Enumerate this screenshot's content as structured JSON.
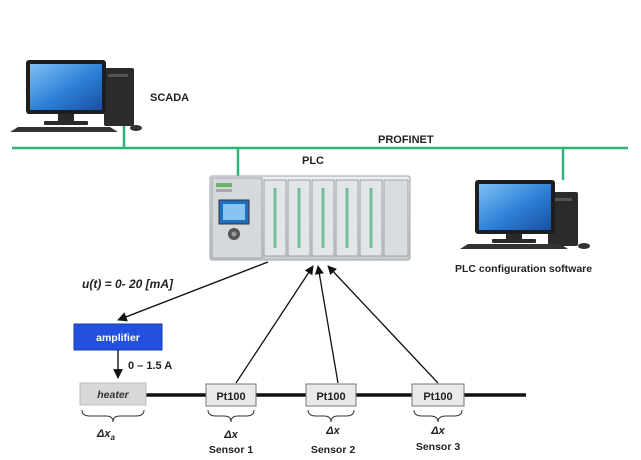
{
  "nodes": {
    "scada": "SCADA",
    "profinet": "PROFINET",
    "plc": "PLC",
    "plc_config": "PLC configuration software",
    "control_signal": "u(t) = 0- 20 [mA]",
    "amplifier": "amplifier",
    "current_range": "0 – 1.5 A",
    "heater": "heater",
    "heater_width": "Δx",
    "heater_width_sub": "a"
  },
  "sensors": [
    {
      "box": "Pt100",
      "delta": "Δx",
      "name": "Sensor 1"
    },
    {
      "box": "Pt100",
      "delta": "Δx",
      "name": "Sensor 2"
    },
    {
      "box": "Pt100",
      "delta": "Δx",
      "name": "Sensor 3"
    }
  ],
  "colors": {
    "network": "#2fb37a",
    "amplifier": "#2450e0",
    "heater": "#d8d8d8",
    "sensor_box": "#e9e9e9",
    "rod": "#111111",
    "monitor": "#2d7fd4"
  },
  "icons": [
    "desktop-computer-icon",
    "plc-rack-icon"
  ]
}
